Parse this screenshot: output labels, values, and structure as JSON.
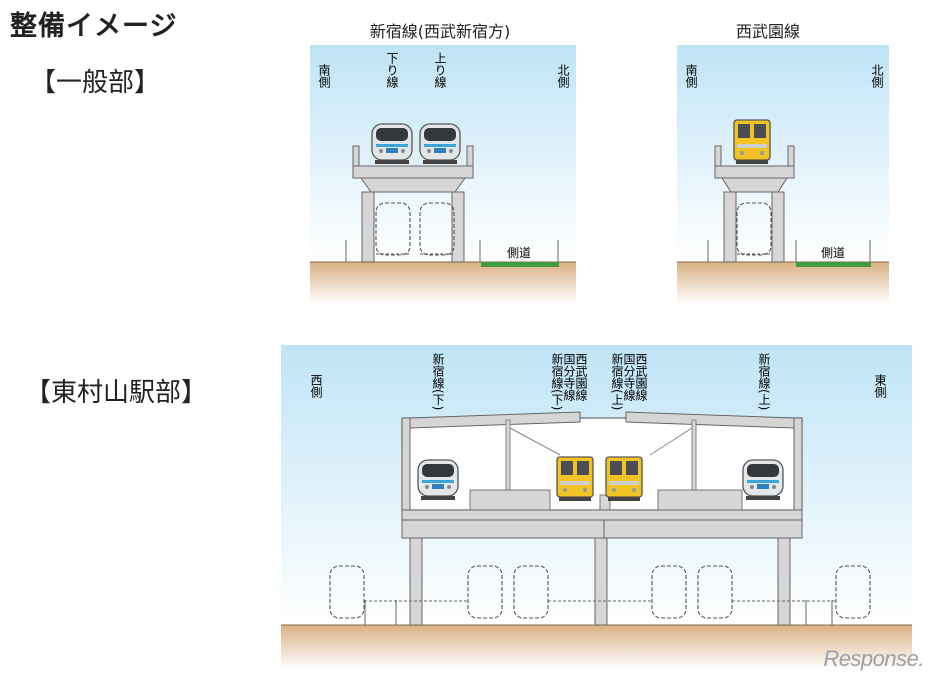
{
  "title": "整備イメージ",
  "sections": {
    "general": "【一般部】",
    "station": "【東村山駅部】"
  },
  "panels": {
    "shinjuku": {
      "title": "新宿線(西武新宿方)",
      "south": "南側",
      "north": "北側",
      "track_down": "下り線",
      "track_up": "上り線",
      "sidewalk": "側道"
    },
    "seibuen": {
      "title": "西武園線",
      "south": "南側",
      "north": "北側",
      "sidewalk": "側道"
    },
    "station": {
      "west": "西側",
      "east": "東側",
      "track1": "新宿線(下)",
      "track2a": "新宿線(下)",
      "track2b": "国分寺線",
      "track2c": "西武園線",
      "track3a": "新宿線(上)",
      "track3b": "国分寺線",
      "track3c": "西武園線",
      "track4": "新宿線(上)"
    }
  },
  "watermark": "Response.",
  "colors": {
    "sky": "#bfe4f6",
    "ground": "#d9b184",
    "concrete": "#d6d6d6",
    "sidewalk": "#3f9b3f",
    "blue_train": "#dfe3e8",
    "yellow_train": "#f2c324"
  }
}
